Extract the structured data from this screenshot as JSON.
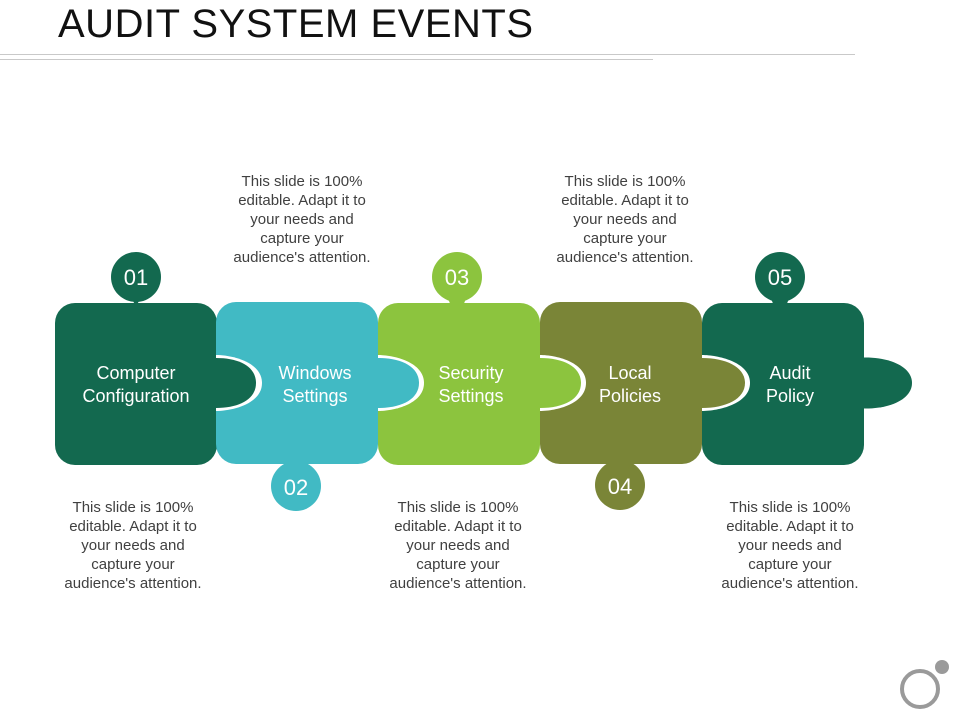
{
  "title": "AUDIT SYSTEM EVENTS",
  "steps": [
    {
      "number": "01",
      "label_lines": [
        "Computer",
        "Configuration"
      ],
      "color": "#13694f",
      "description": [
        "This slide is 100%",
        "editable. Adapt it to",
        "your needs and",
        "capture your",
        "audience's attention."
      ]
    },
    {
      "number": "02",
      "label_lines": [
        "Windows",
        "Settings"
      ],
      "color": "#41bac4",
      "description": [
        "This slide is 100%",
        "editable. Adapt it to",
        "your needs and",
        "capture your",
        "audience's attention."
      ]
    },
    {
      "number": "03",
      "label_lines": [
        "Security",
        "Settings"
      ],
      "color": "#8cc43e",
      "description": [
        "This slide is 100%",
        "editable. Adapt it to",
        "your needs and",
        "capture your",
        "audience's attention."
      ]
    },
    {
      "number": "04",
      "label_lines": [
        "Local",
        "Policies"
      ],
      "color": "#7a8537",
      "description": [
        "This slide is 100%",
        "editable. Adapt it to",
        "your needs and",
        "capture your",
        "audience's attention."
      ]
    },
    {
      "number": "05",
      "label_lines": [
        "Audit",
        "Policy"
      ],
      "color": "#13694f",
      "description": [
        "This slide is 100%",
        "editable. Adapt it to",
        "your needs and",
        "capture your",
        "audience's attention."
      ]
    }
  ],
  "logo_icon": "ring-logo-icon"
}
